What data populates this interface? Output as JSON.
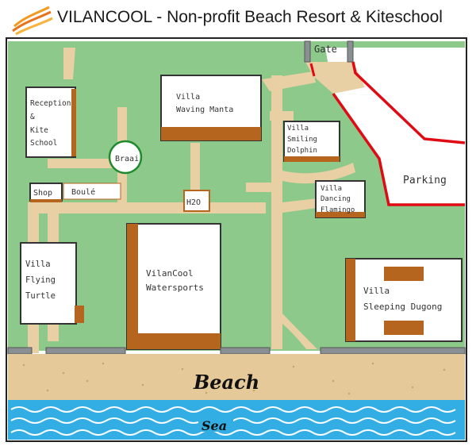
{
  "title": "VILANCOOL - Non-profit Beach Resort & Kiteschool",
  "labels": {
    "gate": "Gate",
    "parking": "Parking",
    "reception_1": "Reception",
    "reception_2": "&",
    "reception_3": "Kite",
    "reception_4": "School",
    "braai": "Braai",
    "shop": "Shop",
    "boule": "Boulé",
    "h2o": "H2O",
    "manta_1": "Villa",
    "manta_2": "Waving Manta",
    "dolphin_1": "Villa",
    "dolphin_2": "Smiling",
    "dolphin_3": "Dolphin",
    "flamingo_1": "Villa",
    "flamingo_2": "Dancing",
    "flamingo_3": "Flamingo",
    "turtle_1": "Villa",
    "turtle_2": "Flying",
    "turtle_3": "Turtle",
    "watersports_1": "VilanCool",
    "watersports_2": "Watersports",
    "dugong_1": "Villa",
    "dugong_2": "Sleeping Dugong",
    "beach": "Beach",
    "sea": "Sea"
  },
  "colors": {
    "grass": "#8cc98a",
    "path": "#e8cfa4",
    "sand": "#e6c998",
    "sea": "#33aee4",
    "wave": "#ffffff",
    "wall": "#e00a14",
    "wood": "#b5651d",
    "wall_stone": "#8a8f94"
  }
}
